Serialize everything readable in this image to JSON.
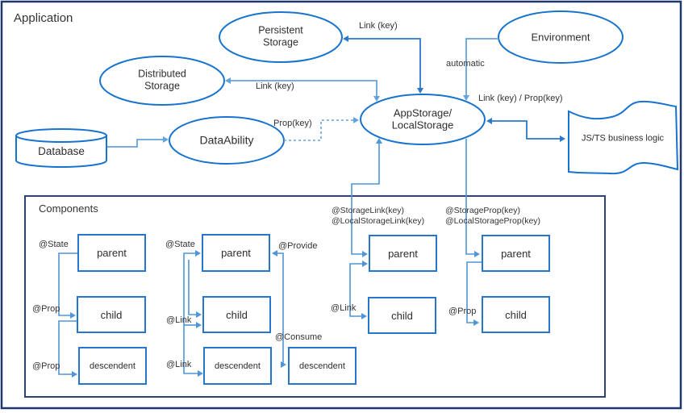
{
  "frame": {
    "application_label": "Application",
    "components_label": "Components"
  },
  "nodes": {
    "persistent_storage": {
      "line1": "Persistent",
      "line2": "Storage"
    },
    "distributed_storage": {
      "line1": "Distributed",
      "line2": "Storage"
    },
    "environment": {
      "label": "Environment"
    },
    "database": {
      "label": "Database"
    },
    "dataability": {
      "label": "DataAbility"
    },
    "appstorage": {
      "line1": "AppStorage/",
      "line2": "LocalStorage"
    },
    "business_logic": {
      "label": "JS/TS business logic"
    }
  },
  "edge_labels": {
    "persistent_link": "Link (key)",
    "distributed_link": "Link (key)",
    "automatic": "automatic",
    "dataability_prop": "Prop(key)",
    "link_prop": "Link (key) / Prop(key)"
  },
  "box_labels": {
    "parent": "parent",
    "child": "child",
    "descendent": "descendent"
  },
  "annotations": {
    "col1_state": "@State",
    "col1_prop_child": "@Prop",
    "col1_prop_desc": "@Prop",
    "col2_state": "@State",
    "col2_link_child": "@Link",
    "col2_link_desc": "@Link",
    "provide": "@Provide",
    "consume": "@Consume",
    "storage_link_1": "@StorageLink(key)",
    "storage_link_2": "@LocalStorageLink(key)",
    "col4_link": "@Link",
    "storage_prop_1": "@StorageProp(key)",
    "storage_prop_2": "@LocalStorageProp(key)",
    "col5_prop": "@Prop"
  },
  "colors": {
    "shape_stroke": "#1773cd",
    "box_stroke": "#2677cc",
    "frame_stroke": "#20386b",
    "components_stroke": "#2e4470",
    "edge_dark": "#2a78cc",
    "edge_light": "#64a3db",
    "edge_component": "#4e95d9",
    "text": "#2d2d2d"
  }
}
